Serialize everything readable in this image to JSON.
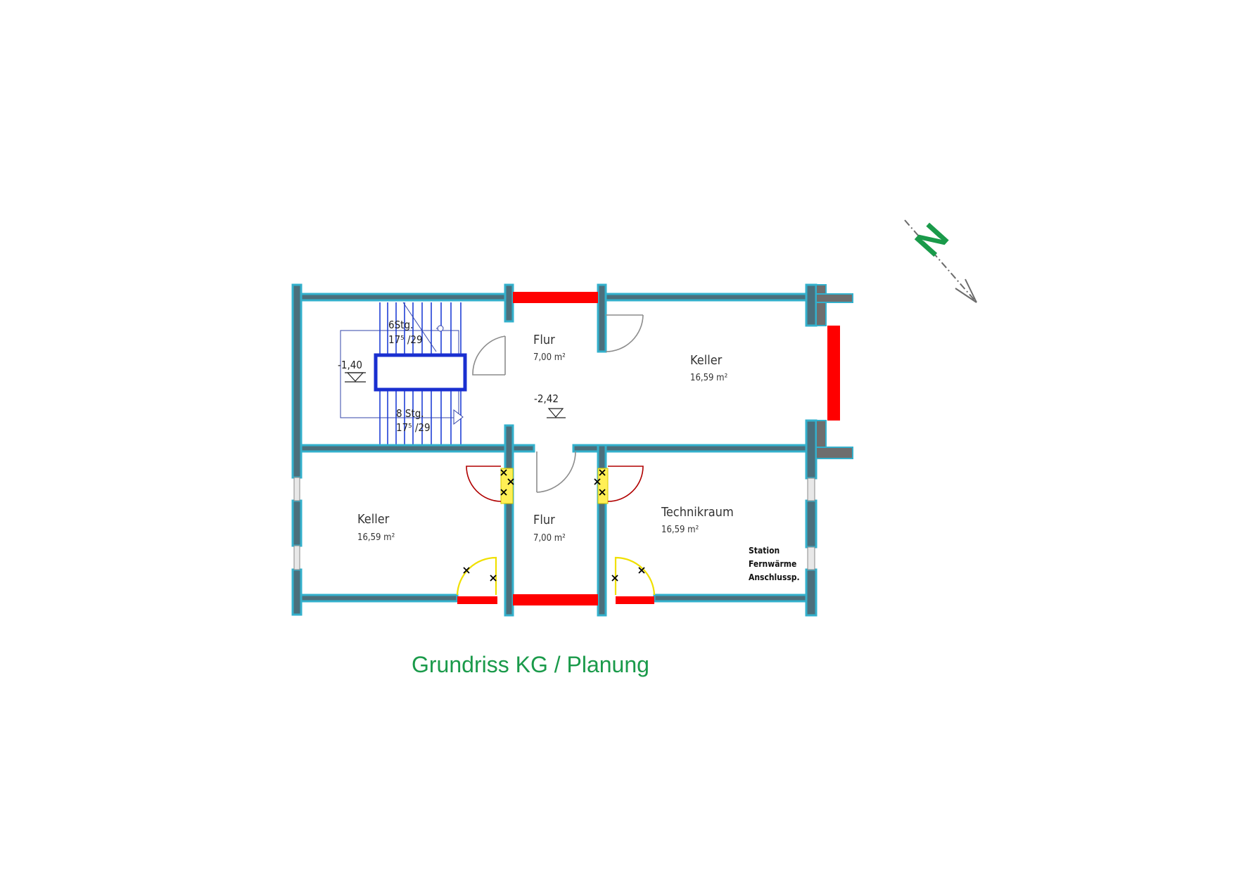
{
  "title": "Grundriss KG / Planung",
  "north_label": "N",
  "rooms": [
    {
      "name": "Flur",
      "area": "7,00 m²"
    },
    {
      "name": "Keller",
      "area": "16,59 m²"
    },
    {
      "name": "Keller",
      "area": "16,59 m²"
    },
    {
      "name": "Flur",
      "area": "7,00 m²"
    },
    {
      "name": "Technikraum",
      "area": "16,59 m²"
    }
  ],
  "stairs": {
    "upper_count": "6Stg.",
    "upper_ratio": "17⁵ /29",
    "lower_count": "8 Stg.",
    "lower_ratio": "17⁵ /29"
  },
  "levels": {
    "stair_level": "-1,40",
    "flur_level": "-2,42"
  },
  "station_note": [
    "Station",
    "Fernwärme",
    "Anschlussp."
  ],
  "colors": {
    "wall": "#4b6f7c",
    "wall_outline": "#33b0cc",
    "new_wall": "#ff0000",
    "stairs": "#1f3fd6",
    "title": "#1a9a4a"
  }
}
